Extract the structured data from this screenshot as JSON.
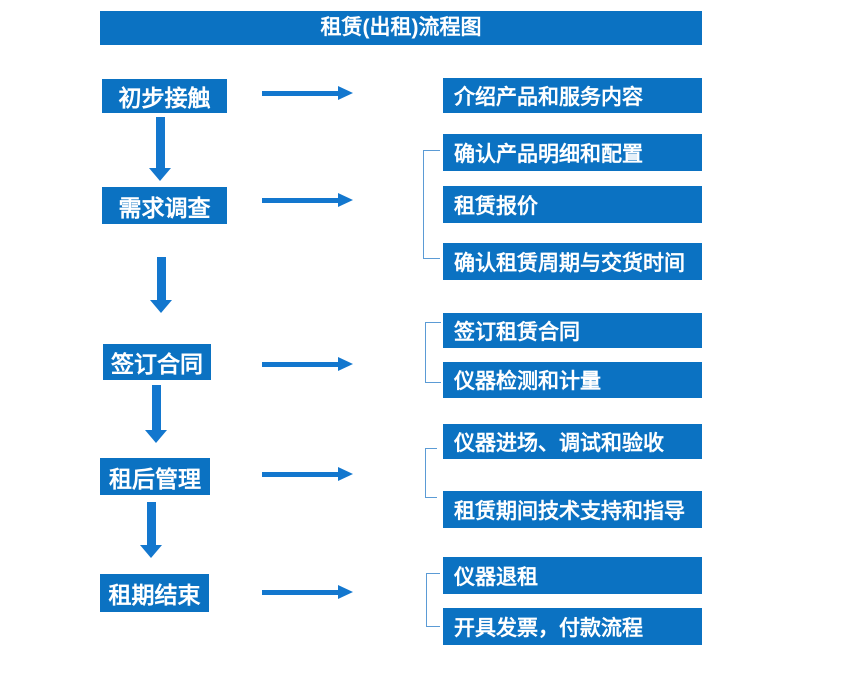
{
  "title": "租赁(出租)流程图",
  "colors": {
    "primary": "#0B72C2",
    "arrow": "#1377CE",
    "bracket": "#5B9BD5",
    "text": "#FFFFFF",
    "bg": "#FFFFFF"
  },
  "steps": [
    {
      "label": "初步接触",
      "details": [
        "介绍产品和服务内容"
      ]
    },
    {
      "label": "需求调查",
      "details": [
        "确认产品明细和配置",
        "租赁报价",
        "确认租赁周期与交货时间"
      ]
    },
    {
      "label": "签订合同",
      "details": [
        "签订租赁合同",
        "仪器检测和计量"
      ]
    },
    {
      "label": "租后管理",
      "details": [
        "仪器进场、调试和验收",
        "租赁期间技术支持和指导"
      ]
    },
    {
      "label": "租期结束",
      "details": [
        "仪器退租",
        "开具发票，付款流程"
      ]
    }
  ]
}
